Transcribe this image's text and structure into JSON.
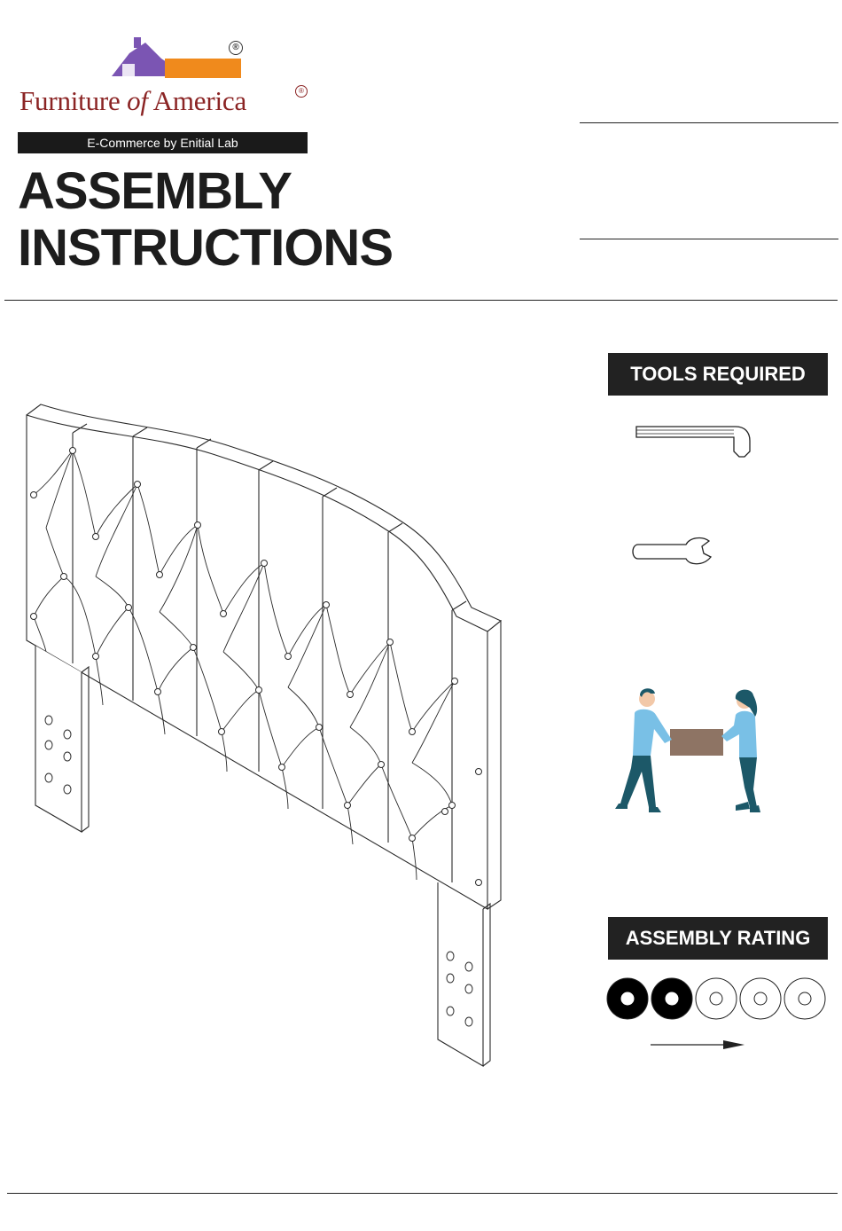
{
  "header": {
    "brand": {
      "name_part1": "Furniture ",
      "name_part2": "of",
      "name_part3": " America",
      "registered_mark": "®"
    },
    "tagline": "E-Commerce by Enitial Lab",
    "title_line1": "ASSEMBLY",
    "title_line2": "INSTRUCTIONS"
  },
  "sidebar": {
    "tools_required_label": "TOOLS REQUIRED",
    "tools": [
      {
        "icon": "allen-key-icon"
      },
      {
        "icon": "wrench-icon"
      }
    ],
    "team_lift_icon": "two-person-lift-icon",
    "assembly_rating_label": "ASSEMBLY RATING",
    "assembly_rating": {
      "filled": 2,
      "total": 5
    }
  },
  "colors": {
    "brand_red": "#8b2424",
    "logo_purple": "#7b55b3",
    "logo_orange": "#f08a1c",
    "label_bg": "#222222",
    "shirt_blue": "#79c0e6",
    "pants_teal": "#1c5868",
    "box_brown": "#8e7464"
  }
}
